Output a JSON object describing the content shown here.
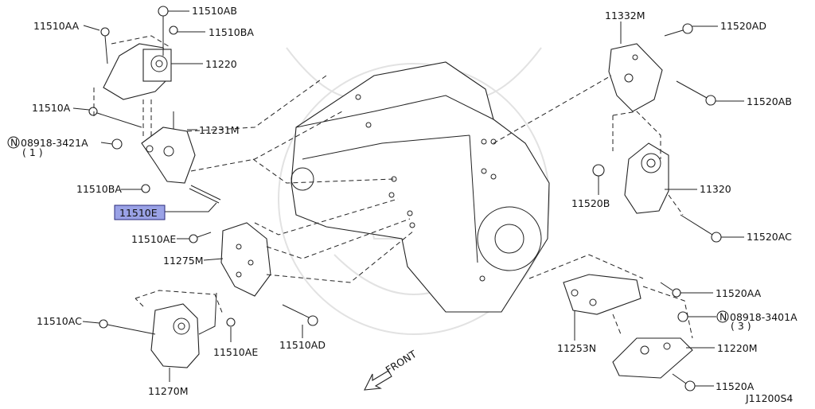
{
  "colors": {
    "highlight_fill": "#9aa2e6",
    "line": "#222222"
  },
  "labels": {
    "p11510AA": "11510AA",
    "p11510AB": "11510AB",
    "p11510BA_top": "11510BA",
    "p11220": "11220",
    "p11510A": "11510A",
    "p11231M": "11231M",
    "p08918_3421A": "08918-3421A",
    "p08918_3421A_qty": "( 1 )",
    "p11510BA_mid": "11510BA",
    "p11510E": "11510E",
    "p11510AE_top": "11510AE",
    "p11275M": "11275M",
    "p11510AC": "11510AC",
    "p11510AE_bot": "11510AE",
    "p11510AD": "11510AD",
    "p11270M": "11270M",
    "p11332M": "11332M",
    "p11520AD": "11520AD",
    "p11520AB": "11520AB",
    "p11320": "11320",
    "p11520B": "11520B",
    "p11520AC": "11520AC",
    "p11520AA": "11520AA",
    "p08918_3401A": "08918-3401A",
    "p08918_3401A_qty": "( 3 )",
    "p11253N": "11253N",
    "p11220M": "11220M",
    "p11520A": "11520A",
    "n_symbol_1": "N",
    "n_symbol_2": "N",
    "front": "FRONT",
    "diagram_code": "J11200S4"
  }
}
